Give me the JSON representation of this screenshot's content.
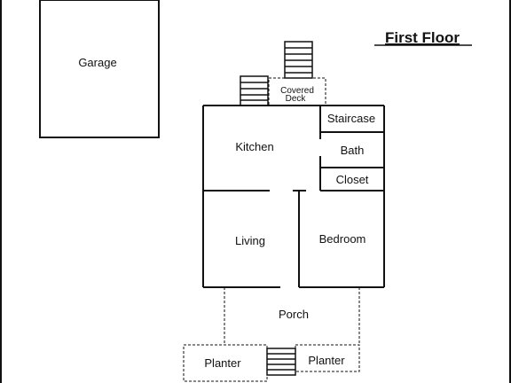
{
  "title": "First Floor",
  "rooms": {
    "garage": "Garage",
    "covered_deck_line1": "Covered",
    "covered_deck_line2": "Deck",
    "staircase": "Staircase",
    "kitchen": "Kitchen",
    "bath": "Bath",
    "closet": "Closet",
    "living": "Living",
    "bedroom": "Bedroom",
    "porch": "Porch",
    "planter_left": "Planter",
    "planter_right": "Planter"
  }
}
